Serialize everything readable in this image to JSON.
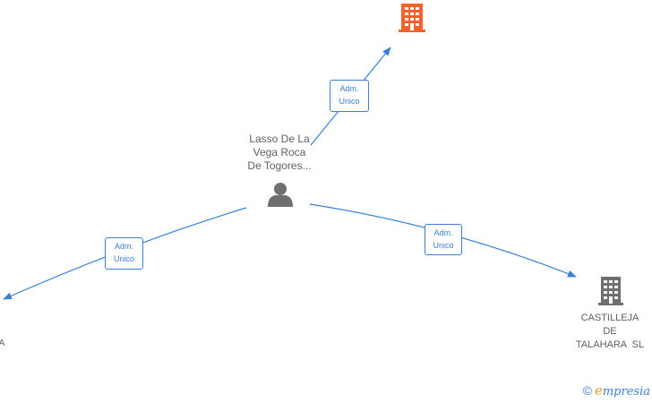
{
  "colors": {
    "edge": "#3a7fd5",
    "person": "#6f6f6f",
    "company_highlight": "#f4622c",
    "company": "#6f6f6f",
    "label_text": "#5f5f5f"
  },
  "nodes": {
    "person": {
      "icon": "person-icon",
      "name_lines": [
        "Lasso De La",
        "Vega Roca",
        "De Togores..."
      ]
    },
    "company_top": {
      "icon": "building-icon"
    },
    "company_right": {
      "icon": "building-icon",
      "name_lines": [
        "CASTILLEJA",
        "DE",
        "TALAHARA  SL"
      ]
    },
    "company_left": {
      "name_fragment": "A"
    }
  },
  "edges": [
    {
      "label_lines": [
        "Adm.",
        "Unico"
      ]
    },
    {
      "label_lines": [
        "Adm.",
        "Unico"
      ]
    },
    {
      "label_lines": [
        "Adm.",
        "Unico"
      ]
    }
  ],
  "brand": {
    "copyright": "©",
    "initial": "e",
    "rest": "mpresia"
  }
}
